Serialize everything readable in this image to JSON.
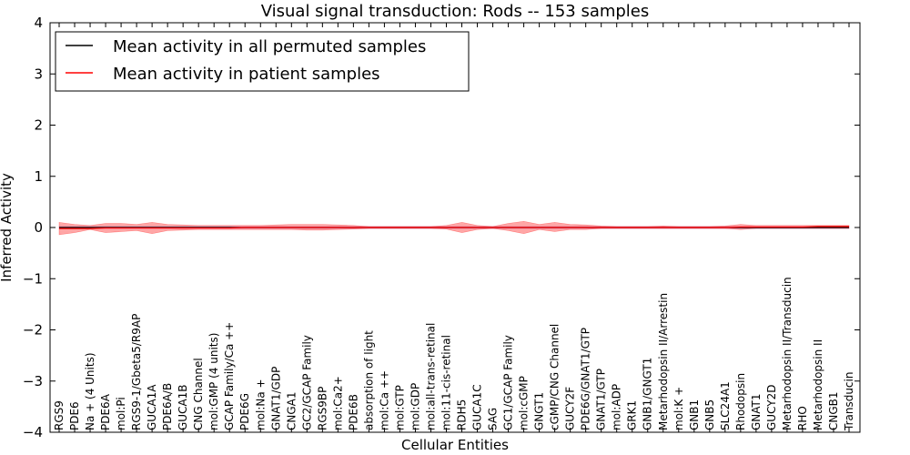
{
  "chart_data": {
    "type": "line",
    "title": "Visual signal transduction: Rods -- 153 samples",
    "xlabel": "Cellular Entities",
    "ylabel": "Inferred Activity",
    "ylim": [
      -4,
      4
    ],
    "yticks": [
      "4",
      "3",
      "2",
      "1",
      "0",
      "−1",
      "−2",
      "−3",
      "−4"
    ],
    "grid": false,
    "legend_position": "top-left",
    "categories": [
      "RGS9",
      "PDE6",
      "Na + (4 Units)",
      "PDE6A",
      "mol:Pi",
      "RGS9-1/Gbeta5/R9AP",
      "GUCA1A",
      "PDE6A/B",
      "GUCA1B",
      "CNG Channel",
      "mol:GMP (4 units)",
      "GCAP Family/Ca ++",
      "PDE6G",
      "mol:Na +",
      "GNAT1/GDP",
      "CNGA1",
      "GC2/GCAP Family",
      "RGS9BP",
      "mol:Ca2+",
      "PDE6B",
      "absorption of light",
      "mol:Ca ++",
      "mol:GTP",
      "mol:GDP",
      "mol:all-trans-retinal",
      "mol:11-cis-retinal",
      "RDH5",
      "GUCA1C",
      "SAG",
      "GC1/GCAP Family",
      "mol:cGMP",
      "GNGT1",
      "cGMP/CNG Channel",
      "GUCY2F",
      "PDE6G/GNAT1/GTP",
      "GNAT1/GTP",
      "mol:ADP",
      "GRK1",
      "GNB1/GNGT1",
      "Metarhodopsin II/Arrestin",
      "mol:K +",
      "GNB1",
      "GNB5",
      "SLC24A1",
      "Rhodopsin",
      "GNAT1",
      "GUCY2D",
      "Metarhodopsin II/Transducin",
      "RHO",
      "Metarhodopsin II",
      "CNGB1",
      "Transducin"
    ],
    "series": [
      {
        "name": "Mean activity in all permuted samples",
        "color": "#000000",
        "values": [
          0.0,
          0.0,
          0.0,
          0.0,
          0.0,
          0.0,
          0.0,
          0.0,
          0.0,
          0.0,
          0.0,
          0.0,
          0.0,
          0.0,
          0.0,
          0.0,
          0.0,
          0.0,
          0.0,
          0.0,
          0.0,
          0.0,
          0.0,
          0.0,
          0.0,
          0.0,
          0.0,
          0.0,
          0.0,
          0.0,
          0.0,
          0.0,
          0.0,
          0.0,
          0.0,
          0.0,
          0.0,
          0.0,
          0.0,
          0.0,
          0.0,
          0.0,
          0.0,
          0.0,
          0.0,
          0.0,
          0.0,
          0.0,
          0.0,
          0.0,
          0.0,
          0.0
        ],
        "band_lower": [
          -0.02,
          -0.02,
          -0.02,
          -0.02,
          -0.02,
          -0.02,
          -0.02,
          -0.02,
          -0.02,
          -0.02,
          -0.02,
          -0.02,
          -0.02,
          -0.02,
          -0.02,
          -0.02,
          -0.02,
          -0.02,
          -0.02,
          -0.02,
          -0.02,
          -0.02,
          -0.02,
          -0.02,
          -0.02,
          -0.02,
          -0.02,
          -0.02,
          -0.02,
          -0.02,
          -0.02,
          -0.02,
          -0.02,
          -0.02,
          -0.02,
          -0.02,
          -0.02,
          -0.02,
          -0.02,
          -0.02,
          -0.02,
          -0.02,
          -0.02,
          -0.02,
          -0.02,
          -0.02,
          -0.02,
          -0.02,
          -0.02,
          -0.02,
          -0.02,
          -0.02
        ],
        "band_upper": [
          0.02,
          0.02,
          0.02,
          0.02,
          0.02,
          0.02,
          0.02,
          0.02,
          0.02,
          0.02,
          0.02,
          0.02,
          0.02,
          0.02,
          0.02,
          0.02,
          0.02,
          0.02,
          0.02,
          0.02,
          0.02,
          0.02,
          0.02,
          0.02,
          0.02,
          0.02,
          0.02,
          0.02,
          0.02,
          0.02,
          0.02,
          0.02,
          0.02,
          0.02,
          0.02,
          0.02,
          0.02,
          0.02,
          0.02,
          0.02,
          0.02,
          0.02,
          0.02,
          0.02,
          0.02,
          0.02,
          0.02,
          0.02,
          0.02,
          0.02,
          0.02,
          0.02
        ]
      },
      {
        "name": "Mean activity in patient samples",
        "color": "#ff0000",
        "values": [
          -0.02,
          -0.02,
          -0.02,
          -0.01,
          -0.01,
          -0.01,
          -0.01,
          -0.01,
          -0.01,
          -0.01,
          -0.01,
          -0.01,
          0.0,
          0.0,
          0.0,
          0.0,
          0.0,
          0.0,
          0.0,
          0.0,
          0.0,
          0.0,
          0.0,
          0.0,
          0.0,
          0.0,
          0.0,
          0.0,
          0.0,
          0.0,
          0.0,
          0.0,
          0.0,
          0.0,
          0.0,
          0.0,
          0.0,
          0.0,
          0.0,
          0.0,
          0.0,
          0.0,
          0.0,
          0.0,
          0.01,
          0.01,
          0.01,
          0.01,
          0.01,
          0.02,
          0.02,
          0.02
        ],
        "band_lower": [
          -0.14,
          -0.1,
          -0.04,
          -0.1,
          -0.08,
          -0.06,
          -0.12,
          -0.06,
          -0.05,
          -0.04,
          -0.04,
          -0.04,
          -0.04,
          -0.04,
          -0.04,
          -0.04,
          -0.05,
          -0.05,
          -0.04,
          -0.03,
          -0.02,
          -0.02,
          -0.02,
          -0.02,
          -0.02,
          -0.03,
          -0.1,
          -0.04,
          -0.02,
          -0.06,
          -0.12,
          -0.04,
          -0.08,
          -0.04,
          -0.04,
          -0.02,
          -0.02,
          -0.02,
          -0.02,
          -0.02,
          -0.02,
          -0.02,
          -0.02,
          -0.02,
          -0.04,
          -0.02,
          -0.02,
          -0.02,
          -0.02,
          -0.02,
          -0.02,
          -0.02
        ],
        "band_upper": [
          0.1,
          0.06,
          0.04,
          0.08,
          0.08,
          0.06,
          0.1,
          0.06,
          0.05,
          0.04,
          0.04,
          0.04,
          0.04,
          0.04,
          0.05,
          0.06,
          0.06,
          0.06,
          0.05,
          0.04,
          0.02,
          0.02,
          0.02,
          0.02,
          0.02,
          0.04,
          0.1,
          0.04,
          0.02,
          0.08,
          0.12,
          0.06,
          0.1,
          0.06,
          0.05,
          0.03,
          0.02,
          0.02,
          0.02,
          0.03,
          0.02,
          0.02,
          0.02,
          0.03,
          0.06,
          0.04,
          0.04,
          0.04,
          0.04,
          0.04,
          0.04,
          0.04
        ]
      }
    ]
  }
}
